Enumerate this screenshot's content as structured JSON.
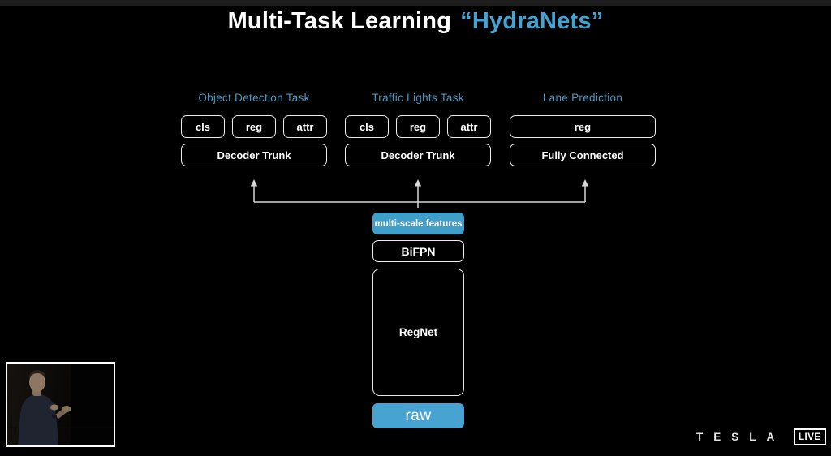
{
  "title": {
    "main": "Multi-Task Learning",
    "highlight": "“HydraNets”",
    "highlight_color": "#42a4d4"
  },
  "diagram": {
    "columns": [
      {
        "label": "Object Detection Task",
        "heads": [
          "cls",
          "reg",
          "attr"
        ],
        "trunk": "Decoder Trunk"
      },
      {
        "label": "Traffic Lights Task",
        "heads": [
          "cls",
          "reg",
          "attr"
        ],
        "trunk": "Decoder Trunk"
      },
      {
        "label": "Lane Prediction",
        "heads": [
          "reg"
        ],
        "trunk": "Fully Connected"
      }
    ],
    "backbone": {
      "features": "multi-scale features",
      "neck": "BiFPN",
      "trunk": "RegNet",
      "input": "raw"
    }
  },
  "footer": {
    "brand": "TESLA",
    "live_label": "LIVE"
  },
  "colors": {
    "background": "#000000",
    "accent_blue": "#3f9fca",
    "raw_blue": "#47a3d1",
    "task_label": "#4a9cc4",
    "box_border": "#ececec",
    "arrow": "#d8d8d8"
  }
}
